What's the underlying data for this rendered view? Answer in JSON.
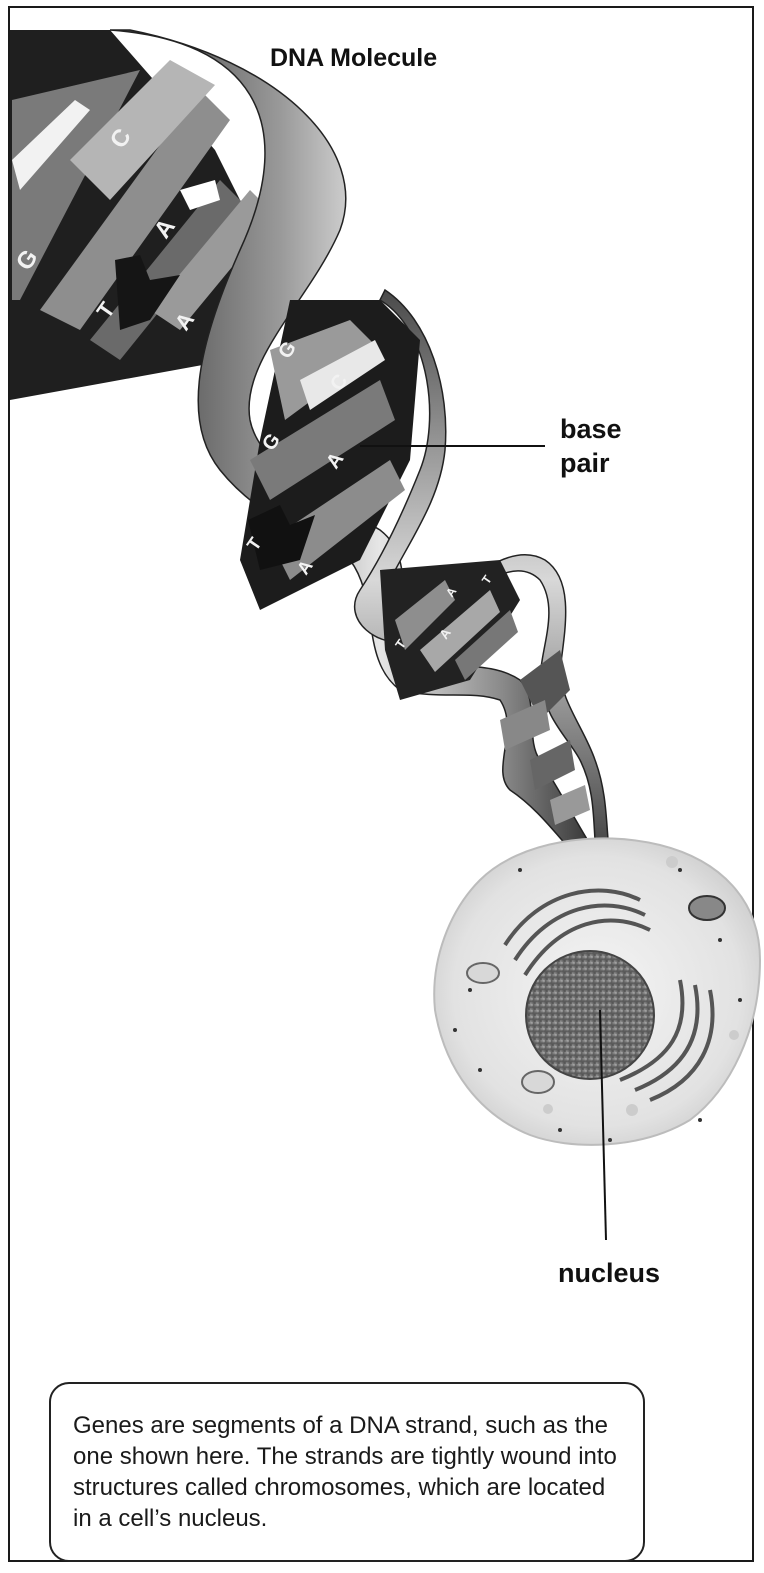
{
  "figure": {
    "title": "DNA Molecule",
    "labels": {
      "base_pair_line1": "base",
      "base_pair_line2": "pair",
      "nucleus": "nucleus"
    },
    "base_letters": {
      "g1": "G",
      "c1": "C",
      "a1": "A",
      "t1": "T",
      "a2": "A",
      "g2": "G",
      "c2": "C",
      "g3": "G",
      "a3": "A",
      "t2": "T",
      "a4": "A",
      "t3": "T",
      "a5": "A",
      "a6": "A",
      "t4": "T"
    },
    "caption": "Genes are segments of a DNA strand, such as the one shown here. The strands are tightly wound into structures called chromosomes, which are located in a cell’s nucleus."
  }
}
